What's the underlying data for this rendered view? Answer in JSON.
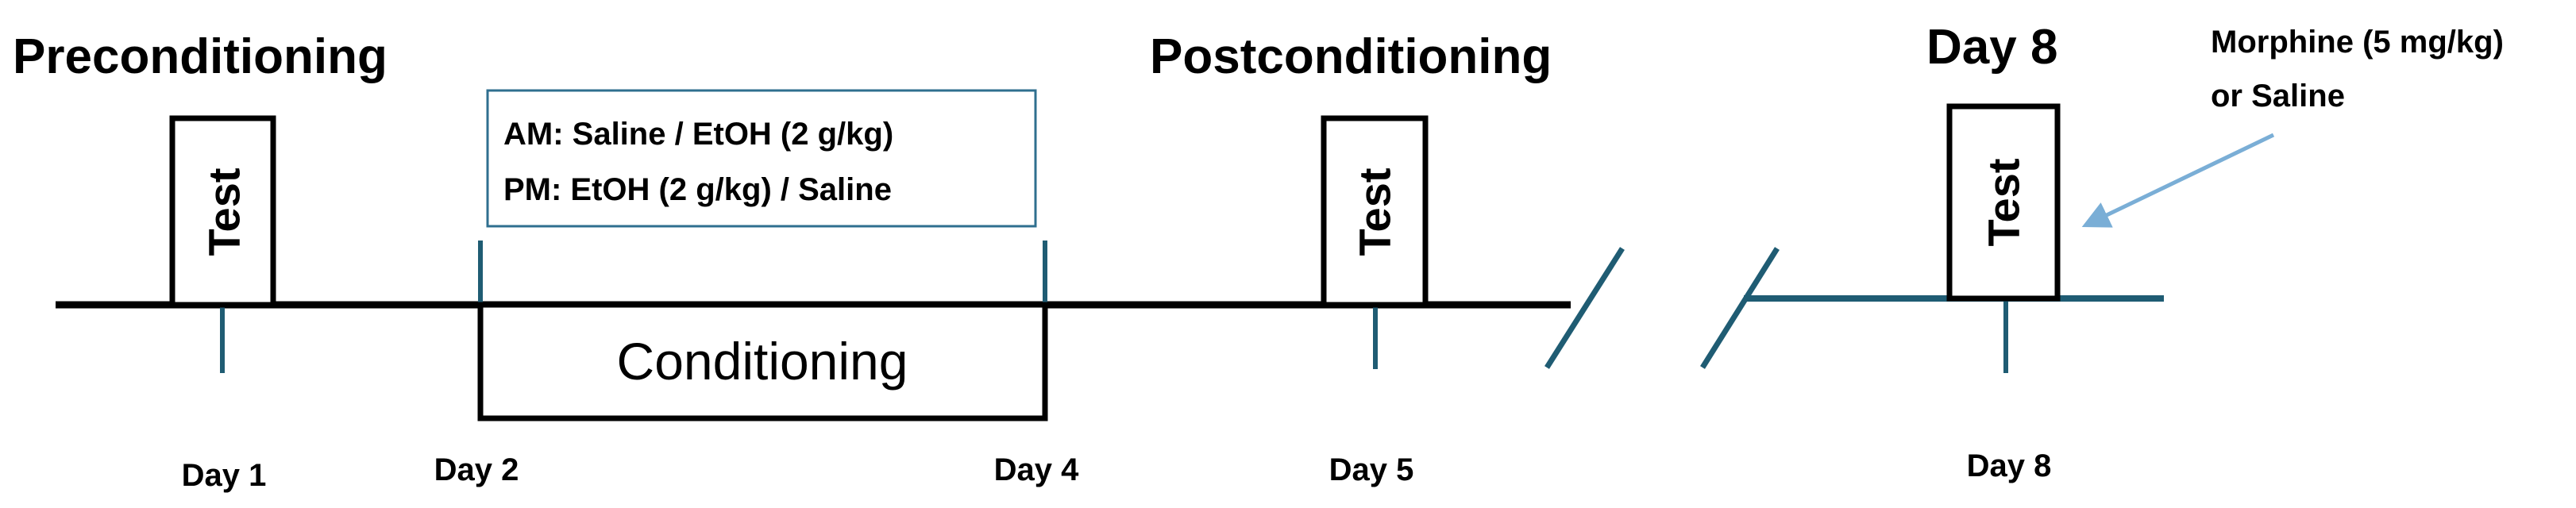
{
  "phases": {
    "preconditioning": "Preconditioning",
    "postconditioning": "Postconditioning",
    "day8_title": "Day 8"
  },
  "boxes": {
    "test_label": "Test",
    "conditioning": "Conditioning"
  },
  "conditioning_info": {
    "am": "AM: Saline  / EtOH (2 g/kg)",
    "pm": "PM: EtOH (2 g/kg) / Saline"
  },
  "day_labels": {
    "day1": "Day 1",
    "day2": "Day 2",
    "day4": "Day 4",
    "day5": "Day 5",
    "day8": "Day 8"
  },
  "annotation": {
    "line1": "Morphine (5 mg/kg)",
    "line2": "or Saline"
  },
  "colors": {
    "axis_black": "#000000",
    "axis_teal": "#1f5c73",
    "arrow_blue": "#7aaed6",
    "info_border": "#2f6f8f"
  }
}
